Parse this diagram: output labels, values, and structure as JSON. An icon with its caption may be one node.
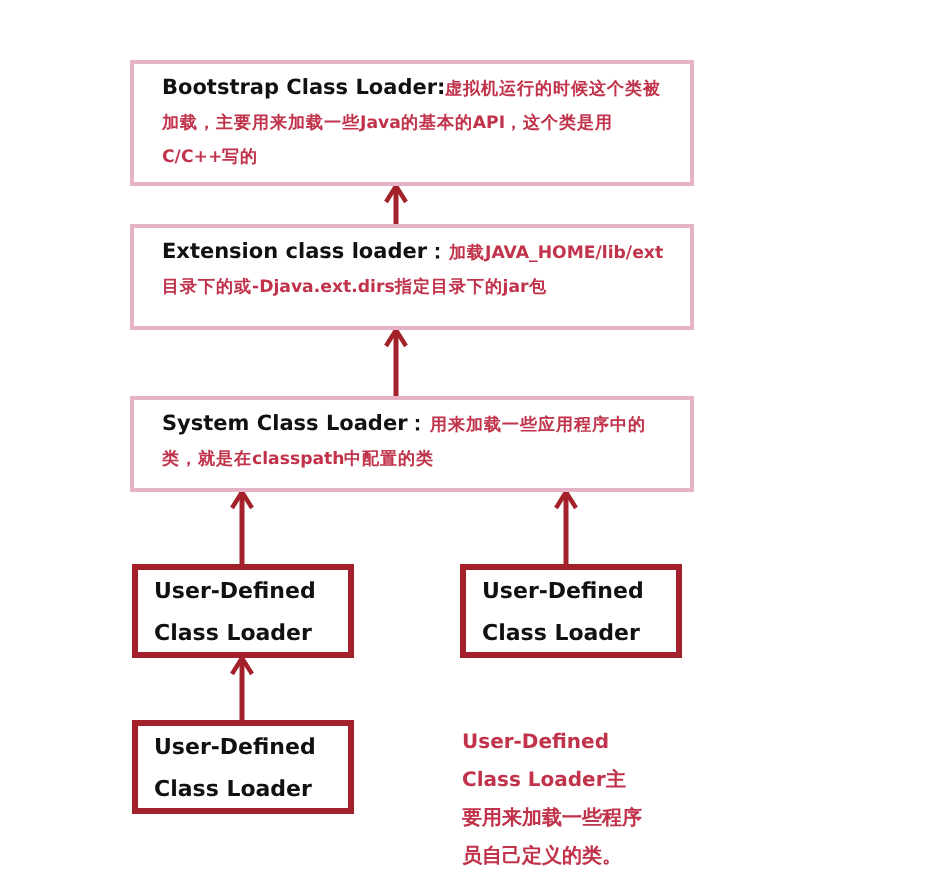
{
  "diagram": {
    "nodes": [
      {
        "text": [
          "Bootstrap Class Loader:",
          "虚拟机运行的时候这个类被加载，主要用来加载一些Java的基本的API，这个类是用C/C++写的"
        ]
      },
      {
        "text": [
          "Extension class loader：",
          "加载JAVA_HOME/lib/ext目录下的或-Djava.ext.dirs指定目录下的jar包"
        ]
      },
      {
        "text": [
          "System Class Loader：",
          "用来加载一些应用程序中的类，就是在classpath中配置的类"
        ]
      },
      {
        "text": [
          "User-Defined Class Loader"
        ]
      },
      {
        "text": [
          "User-Defined Class Loader"
        ]
      },
      {
        "text": [
          "User-Defined Class Loader"
        ]
      }
    ],
    "edges": [
      {
        "from": 1,
        "to": 0,
        "arrow": "to"
      },
      {
        "from": 2,
        "to": 1,
        "arrow": "to"
      },
      {
        "from": 3,
        "to": 2,
        "arrow": "to"
      },
      {
        "from": 4,
        "to": 2,
        "arrow": "to"
      },
      {
        "from": 5,
        "to": 3,
        "arrow": "to"
      }
    ],
    "labels": [
      "User-Defined Class Loader主要用来加载一些程序员自己定义的类。"
    ]
  }
}
